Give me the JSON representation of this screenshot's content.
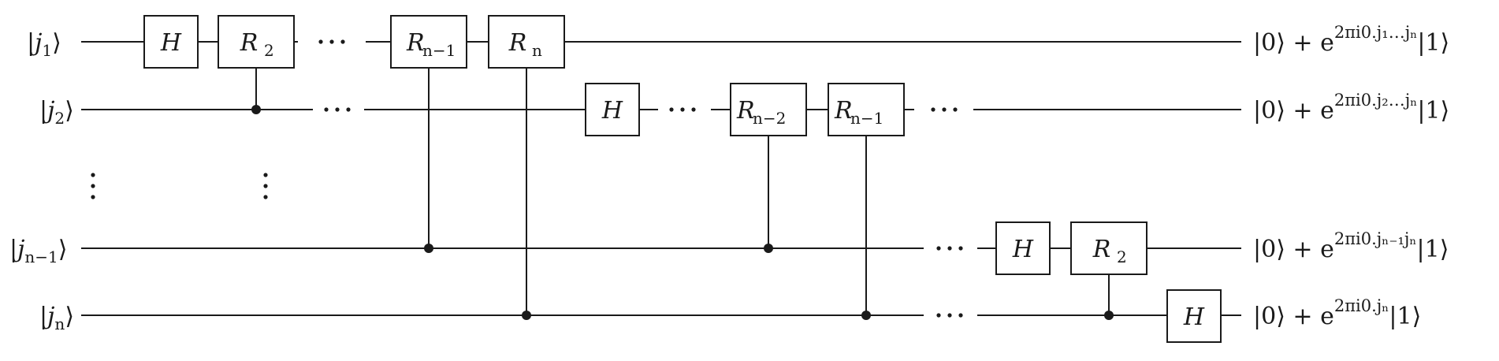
{
  "inputs": [
    {
      "ket_left": "|",
      "var": "j",
      "sub": "1",
      "ket_right": "⟩"
    },
    {
      "ket_left": "|",
      "var": "j",
      "sub": "2",
      "ket_right": "⟩"
    },
    {
      "ket_left": "|",
      "var": "j",
      "sub": "n−1",
      "ket_right": "⟩"
    },
    {
      "ket_left": "|",
      "var": "j",
      "sub": "n",
      "ket_right": "⟩"
    }
  ],
  "outputs": [
    {
      "prefix": "|0⟩ + e",
      "sup": "2πi0.j₁…jₙ",
      "suffix": "|1⟩"
    },
    {
      "prefix": "|0⟩ + e",
      "sup": "2πi0.j₂…jₙ",
      "suffix": "|1⟩"
    },
    {
      "prefix": "|0⟩ + e",
      "sup": "2πi0.jₙ₋₁jₙ",
      "suffix": "|1⟩"
    },
    {
      "prefix": "|0⟩ + e",
      "sup": "2πi0.jₙ",
      "suffix": "|1⟩"
    }
  ],
  "gates": [
    {
      "id": "g-h-1",
      "base": "H",
      "sub": ""
    },
    {
      "id": "g-r2-1",
      "base": "R",
      "sub": "2"
    },
    {
      "id": "g-rn1-1",
      "base": "R",
      "sub": "n−1"
    },
    {
      "id": "g-rn-1",
      "base": "R",
      "sub": "n"
    },
    {
      "id": "g-h-2",
      "base": "H",
      "sub": ""
    },
    {
      "id": "g-rn2-2",
      "base": "R",
      "sub": "n−2"
    },
    {
      "id": "g-rn1-2",
      "base": "R",
      "sub": "n−1"
    },
    {
      "id": "g-h-3",
      "base": "H",
      "sub": ""
    },
    {
      "id": "g-r2-3",
      "base": "R",
      "sub": "2"
    },
    {
      "id": "g-h-4",
      "base": "H",
      "sub": ""
    }
  ],
  "ellipsis_h": "⋯",
  "ellipsis_v": "⋮"
}
